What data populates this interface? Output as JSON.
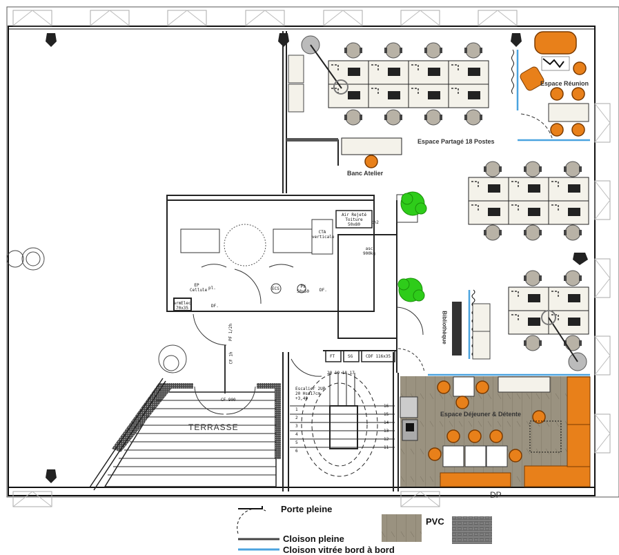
{
  "plan": {
    "rooms": {
      "espace_partage": "Espace Partagé 18 Postes",
      "espace_reunion": "Espace Réunion",
      "banc_atelier": "Banc Atelier",
      "bibliotheque": "Bibliothèque",
      "espace_dejeuner": "Espace Déjeuner & Détente",
      "terrasse": "TERRASSE"
    },
    "tech_labels": {
      "air_rejete_1": "Air Rejeté",
      "air_rejete_2": "Toiture",
      "air_rejete_3": "50x80",
      "cta_1": "CTA",
      "cta_2": "verticale",
      "asc_1": "asc",
      "asc_2": "900kg",
      "ch2": "ch2",
      "ep_1": "EP",
      "ep_2": "Cellule",
      "pl": "pl.",
      "ecs": "ECS",
      "pv_1": "PV",
      "pv_2": "50x50",
      "df_1": "DF.",
      "df_2": "DF.",
      "armelec_1": "armElec",
      "armelec_2": "70x35",
      "ft": "FT",
      "sg": "SG",
      "cdf": "CDF 116x35",
      "escalier_1": "Escalier 2UP",
      "escalier_2": "20 Hss17cm",
      "escalier_3": "+3,40",
      "pf": "PF 1/2h",
      "cf": "CF 1h",
      "cf900": "CF 900",
      "dp": "DP"
    },
    "stair_numbers": [
      "1",
      "2",
      "3",
      "4",
      "5",
      "6",
      "11",
      "12",
      "13",
      "14",
      "15",
      "16",
      "17",
      "18",
      "19",
      "20"
    ]
  },
  "legend": {
    "porte_pleine": "Porte pleine",
    "cloison_pleine": "Cloison pleine",
    "cloison_vitree": "Cloison vitrée bord à bord",
    "pvc": "PVC"
  },
  "colors": {
    "wall": "#111111",
    "glass_partition": "#4aa3df",
    "orange_furniture": "#e8801a",
    "floor_pvc": "#9a9280",
    "chair_grey": "#b8b2a6",
    "plant_green": "#2ecc1a",
    "desk": "#f4f2ea"
  }
}
